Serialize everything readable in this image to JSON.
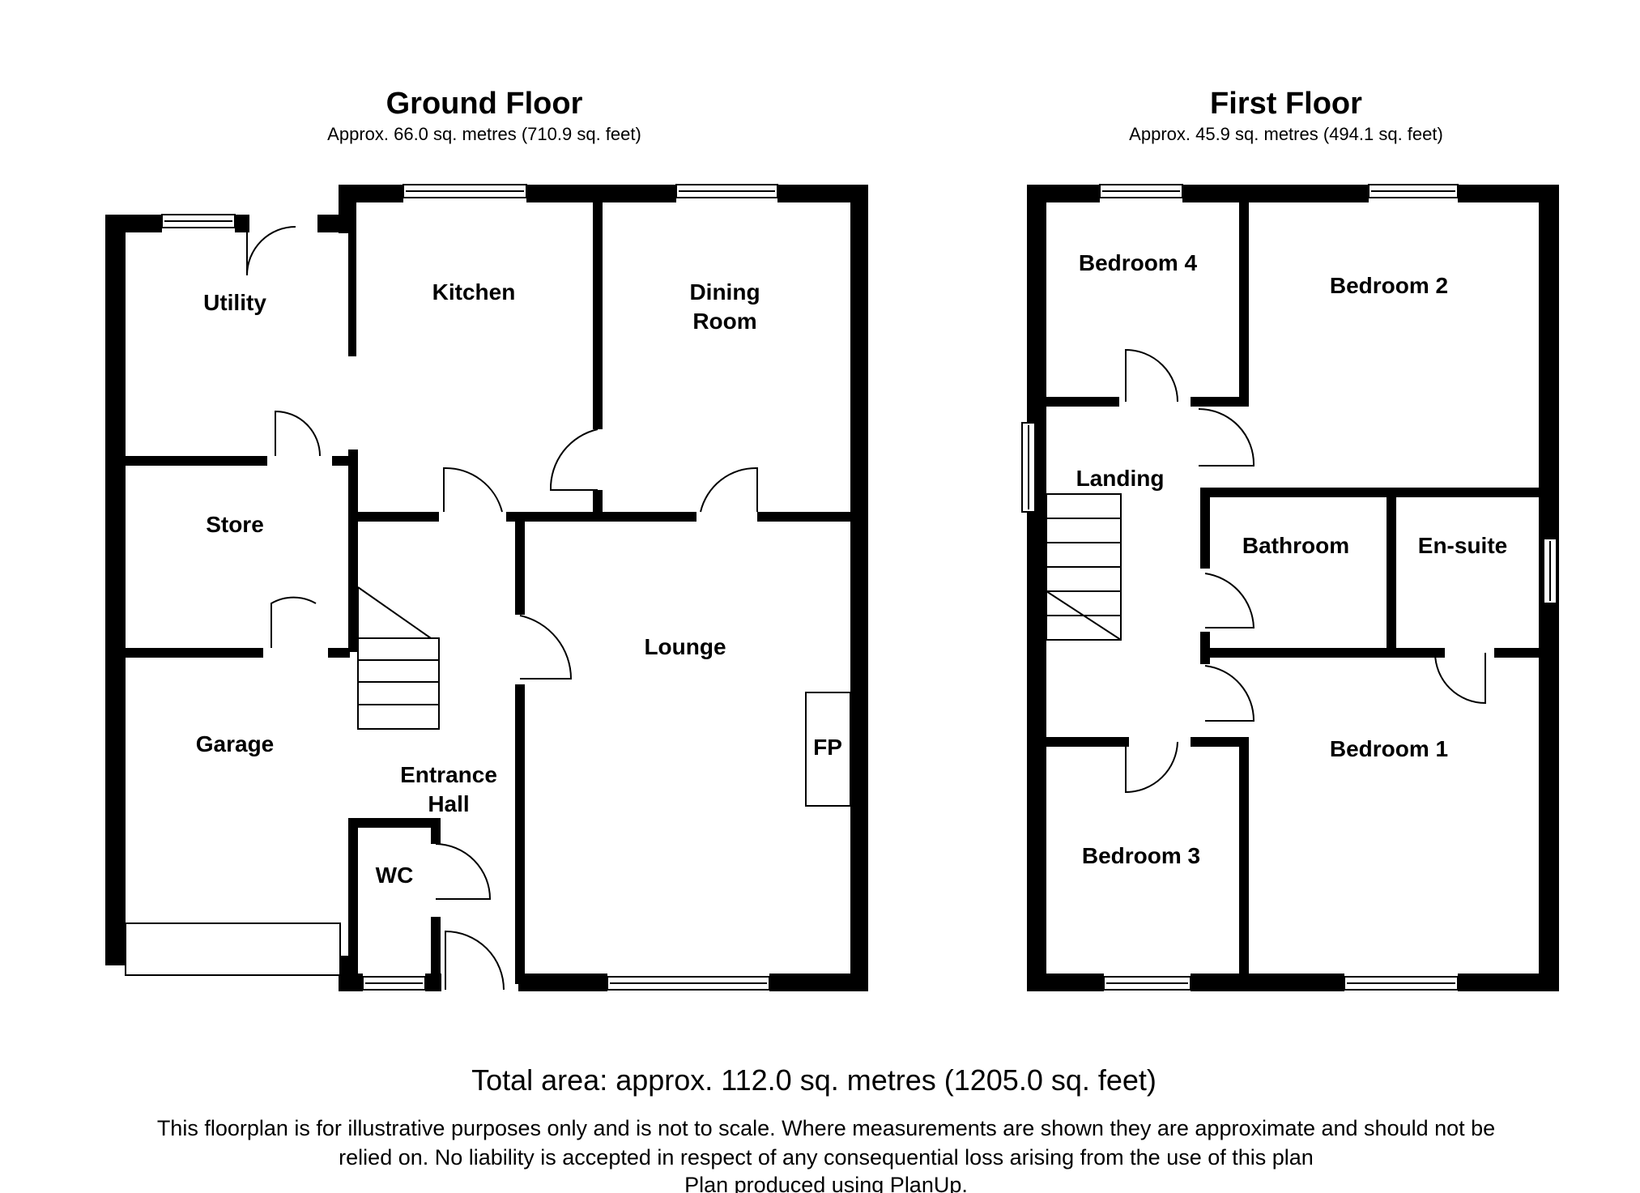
{
  "ground_floor": {
    "title": "Ground Floor",
    "area": "Approx.  66.0 sq. metres (710.9 sq. feet)",
    "rooms": {
      "utility": "Utility",
      "kitchen": "Kitchen",
      "dining_1": "Dining",
      "dining_2": "Room",
      "store": "Store",
      "lounge": "Lounge",
      "garage": "Garage",
      "hall_1": "Entrance",
      "hall_2": "Hall",
      "wc": "WC",
      "fp": "FP"
    }
  },
  "first_floor": {
    "title": "First Floor",
    "area": "Approx.  45.9 sq. metres (494.1 sq. feet)",
    "rooms": {
      "bedroom4": "Bedroom 4",
      "bedroom2": "Bedroom 2",
      "landing": "Landing",
      "bathroom": "Bathroom",
      "ensuite": "En-suite",
      "bedroom1": "Bedroom 1",
      "bedroom3": "Bedroom 3"
    }
  },
  "footer": {
    "total": "Total area: approx. 112.0 sq. metres (1205.0 sq. feet)",
    "disclaimer_1": "This floorplan is for illustrative purposes only and is not to scale. Where measurements are shown they are approximate and should not be",
    "disclaimer_2": "relied on. No liability is accepted in respect of any consequential loss arising from the use of this plan",
    "credit": "Plan produced using PlanUp."
  },
  "colors": {
    "wall": "#000000",
    "background": "#ffffff",
    "line": "#000000"
  }
}
